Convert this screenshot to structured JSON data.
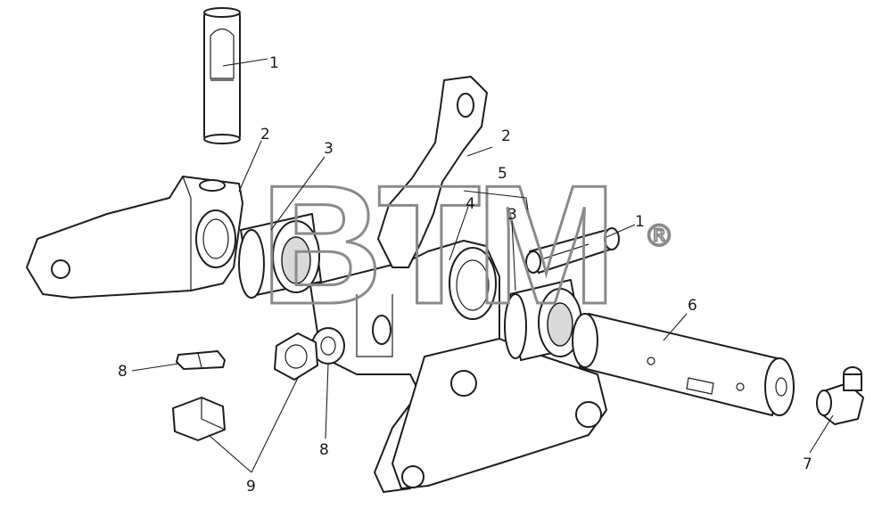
{
  "drawing": {
    "callouts": {
      "pin_top": "1",
      "lever_left": "2",
      "bushing_left": "3",
      "pin_right": "1",
      "lever_right": "2",
      "bushing_right": "3",
      "seal": "4",
      "subassembly": "5",
      "shaft": "6",
      "grease_fitting": "7",
      "washer_left": "8",
      "washer_bottom": "8",
      "nut_bottom": "9"
    }
  },
  "watermark": {
    "text": "BTM",
    "registered": "®"
  }
}
